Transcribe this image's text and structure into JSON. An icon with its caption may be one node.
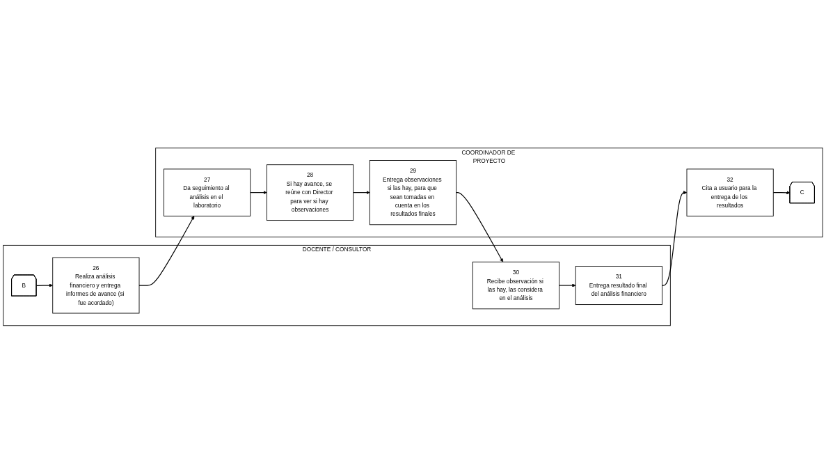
{
  "diagram": {
    "nodes": [
      {
        "text": [
          "DOCENTE / CONSULTOR"
        ]
      },
      {
        "text": [
          "B"
        ],
        "in": 0
      },
      {
        "text": [
          "26",
          "Realiza análisis financiero y entrega informes de avance (si fue acordado)"
        ],
        "in": 0
      },
      {
        "text": [
          "30",
          "Recibe observación si las hay, las considera en el análisis"
        ],
        "in": 0
      },
      {
        "text": [
          "31",
          "Entrega resultado final del análisis financiero"
        ],
        "in": 0
      },
      {
        "text": [
          "COORDINADOR DE PROYECTO"
        ]
      },
      {
        "text": [
          "27",
          "Da seguimiento al análisis en el laboratorio"
        ],
        "in": 5
      },
      {
        "text": [
          "28",
          "Si hay avance, se reúne con Director para ver si hay observaciones"
        ],
        "in": 5
      },
      {
        "text": [
          "29",
          "Entrega observaciones si las hay, para que sean tomadas en cuenta en los resultados finales"
        ],
        "in": 5
      },
      {
        "text": [
          "32",
          "Cita a usuario para la entrega de los resultados"
        ],
        "in": 5
      },
      {
        "text": [
          "C"
        ],
        "in": 5
      }
    ],
    "edges": [
      {
        "from": 1,
        "to": 2,
        "arrow": "to"
      },
      {
        "from": 2,
        "to": 6,
        "arrow": "to"
      },
      {
        "from": 6,
        "to": 7,
        "arrow": "to"
      },
      {
        "from": 7,
        "to": 8,
        "arrow": "to"
      },
      {
        "from": 8,
        "to": 3,
        "arrow": "to"
      },
      {
        "from": 3,
        "to": 4,
        "arrow": "to"
      },
      {
        "from": 4,
        "to": 9,
        "arrow": "to"
      },
      {
        "from": 9,
        "to": 10,
        "arrow": "to"
      }
    ]
  }
}
